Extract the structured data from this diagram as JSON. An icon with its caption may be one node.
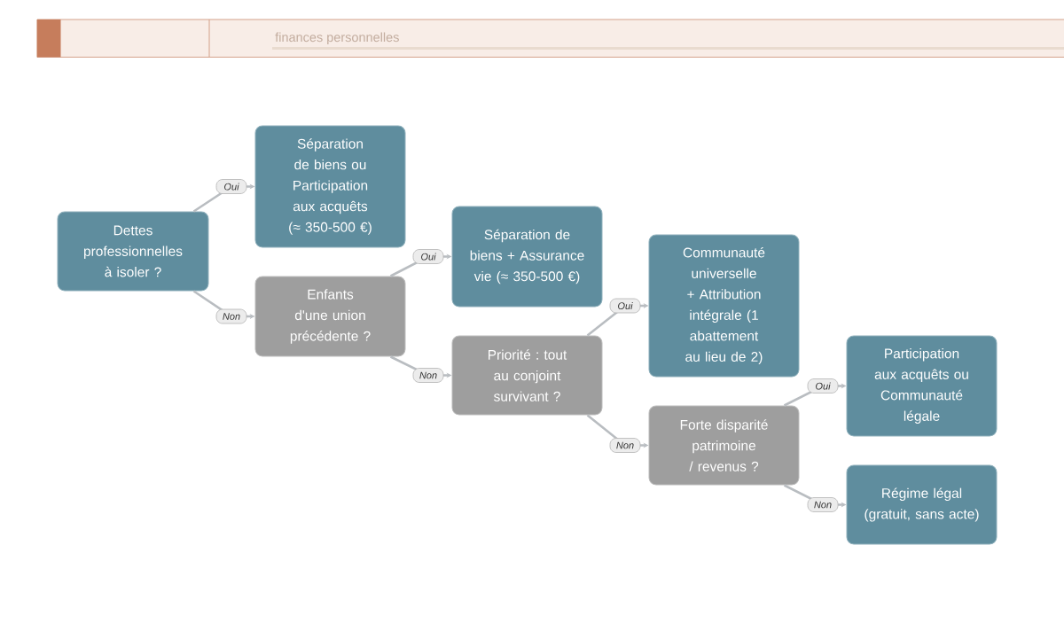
{
  "diagram": {
    "nodes": [
      {
        "text": [
          "Dettes professionnelles à isoler ?"
        ]
      },
      {
        "text": [
          "Séparation de biens ou Participation aux acquêts (≈ 350-500 €)"
        ]
      },
      {
        "text": [
          "Enfants d'une union précédente ?"
        ]
      },
      {
        "text": [
          "Séparation de biens + Assurance vie (≈ 350-500 €)"
        ]
      },
      {
        "text": [
          "Priorité : tout au conjoint survivant ?"
        ]
      },
      {
        "text": [
          "Communauté universelle + Attribution intégrale (1 abattement au lieu de 2)"
        ]
      },
      {
        "text": [
          "Forte disparité patrimoine / revenus ?"
        ]
      },
      {
        "text": [
          "Participation aux acquêts ou Communauté légale"
        ]
      },
      {
        "text": [
          "Régime légal (gratuit, sans acte)"
        ]
      }
    ],
    "edges": [
      {
        "from": 0,
        "to": 1,
        "arrow": "to",
        "label": "Oui"
      },
      {
        "from": 0,
        "to": 2,
        "arrow": "to",
        "label": "Non"
      },
      {
        "from": 2,
        "to": 3,
        "arrow": "to",
        "label": "Oui"
      },
      {
        "from": 2,
        "to": 4,
        "arrow": "to",
        "label": "Non"
      },
      {
        "from": 4,
        "to": 5,
        "arrow": "to",
        "label": "Oui"
      },
      {
        "from": 4,
        "to": 6,
        "arrow": "to",
        "label": "Non"
      },
      {
        "from": 6,
        "to": 7,
        "arrow": "to",
        "label": "Oui"
      },
      {
        "from": 6,
        "to": 8,
        "arrow": "to",
        "label": "Non"
      }
    ],
    "labels": [
      "finances personnelles"
    ]
  }
}
